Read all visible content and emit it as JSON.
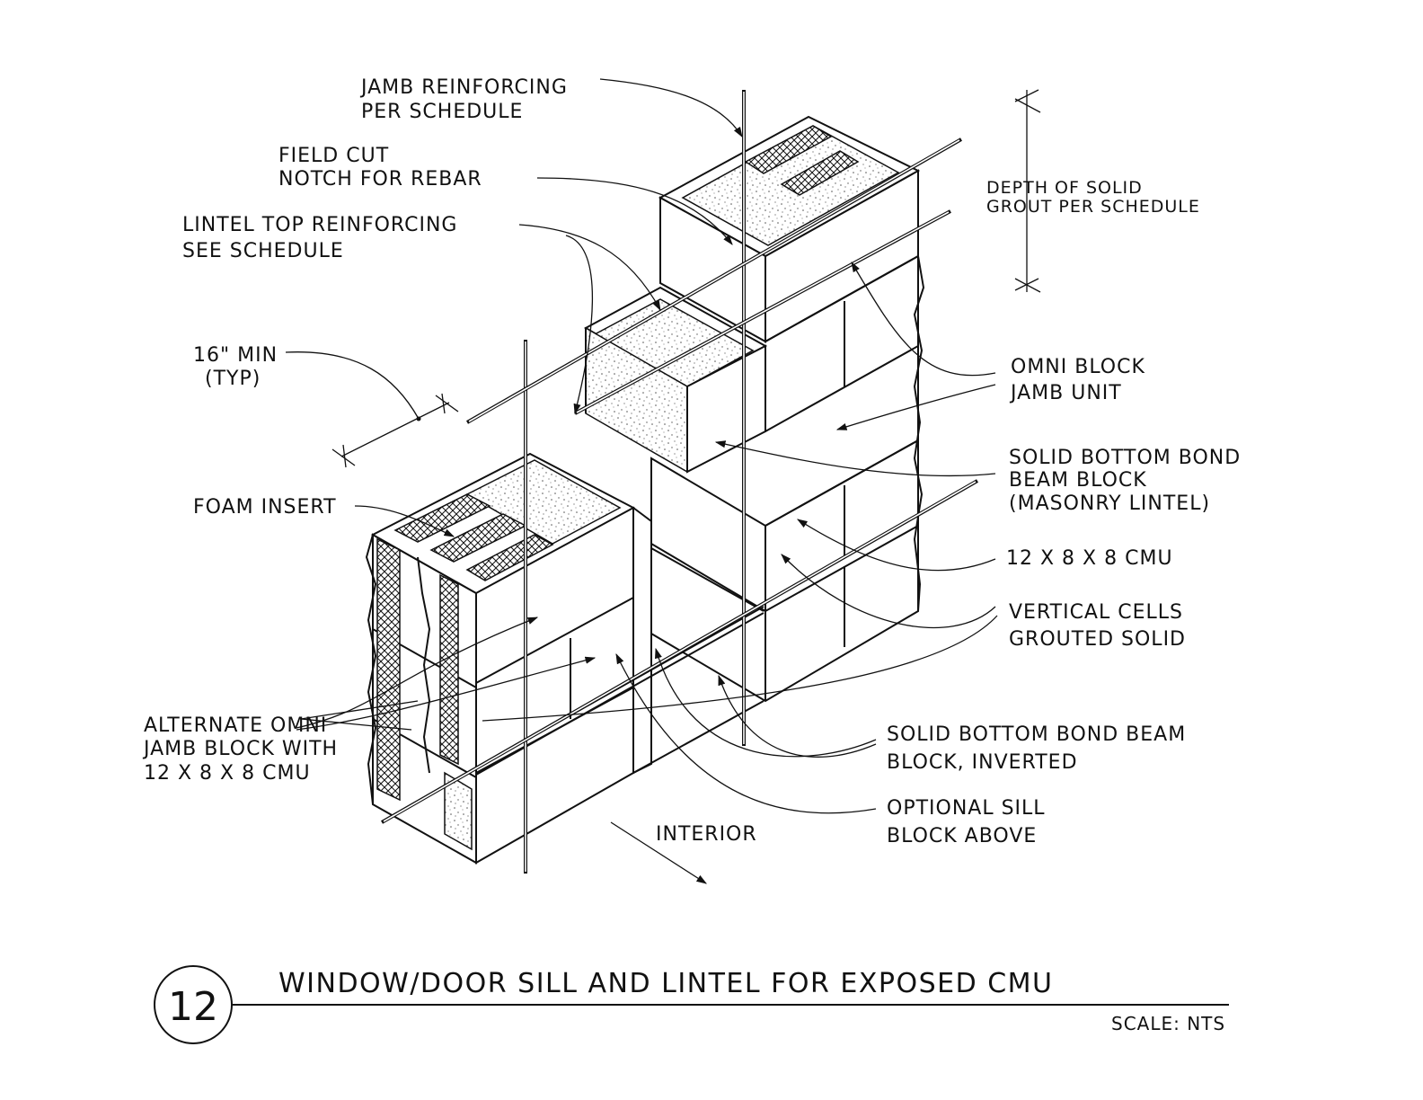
{
  "detail": {
    "number": "12",
    "title": "WINDOW/DOOR SILL AND LINTEL FOR EXPOSED CMU",
    "scale": "SCALE: NTS"
  },
  "labels": {
    "jamb_reinforcing": [
      "JAMB REINFORCING",
      "PER SCHEDULE"
    ],
    "field_cut": [
      "FIELD CUT",
      "NOTCH FOR REBAR"
    ],
    "lintel_top": [
      "LINTEL TOP REINFORCING",
      "SEE SCHEDULE"
    ],
    "min16": [
      "16\" MIN",
      "(TYP)"
    ],
    "foam_insert": "FOAM INSERT",
    "alternate": [
      "ALTERNATE OMNI",
      "JAMB BLOCK WITH",
      "12 X 8 X 8 CMU"
    ],
    "depth_grout": [
      "DEPTH OF SOLID",
      "GROUT PER SCHEDULE"
    ],
    "omni_block": [
      "OMNI BLOCK",
      "JAMB UNIT"
    ],
    "solid_bottom": [
      "SOLID BOTTOM BOND",
      "BEAM BLOCK",
      "(MASONRY LINTEL)"
    ],
    "cmu": "12 X 8 X 8 CMU",
    "vertical_cells": [
      "VERTICAL CELLS",
      "GROUTED SOLID"
    ],
    "solid_inverted": [
      "SOLID BOTTOM BOND BEAM",
      "BLOCK, INVERTED"
    ],
    "optional_sill": [
      "OPTIONAL SILL",
      "BLOCK ABOVE"
    ],
    "interior": "INTERIOR"
  }
}
